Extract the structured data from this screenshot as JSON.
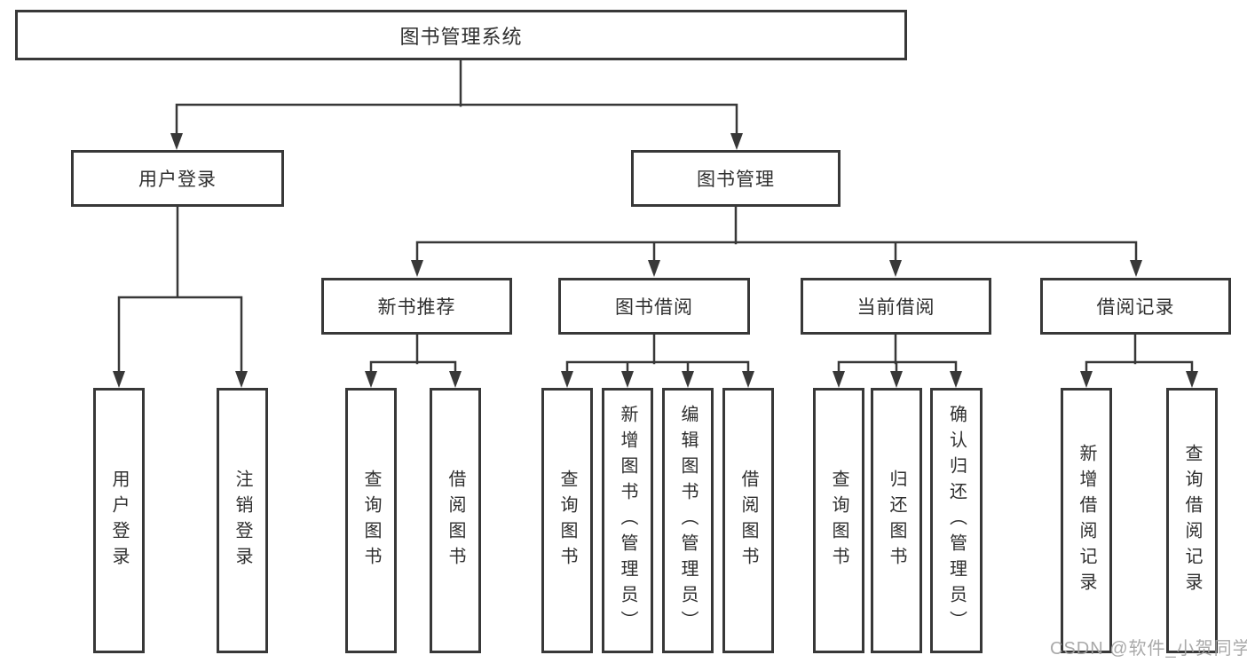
{
  "watermark": "CSDN @软件_小贺同学",
  "colors": {
    "line": "#383838",
    "text": "#2f2f2f",
    "watermark": "#a2a2a2",
    "background": "#ffffff"
  },
  "tree": {
    "label": "图书管理系统",
    "children": [
      {
        "label": "用户登录",
        "children": [
          {
            "label": "用户登录"
          },
          {
            "label": "注销登录"
          }
        ]
      },
      {
        "label": "图书管理",
        "children": [
          {
            "label": "新书推荐",
            "children": [
              {
                "label": "查询图书"
              },
              {
                "label": "借阅图书"
              }
            ]
          },
          {
            "label": "图书借阅",
            "children": [
              {
                "label": "查询图书"
              },
              {
                "label": "新增图书（管理员）"
              },
              {
                "label": "编辑图书（管理员）"
              },
              {
                "label": "借阅图书"
              }
            ]
          },
          {
            "label": "当前借阅",
            "children": [
              {
                "label": "查询图书"
              },
              {
                "label": "归还图书"
              },
              {
                "label": "确认归还（管理员）"
              }
            ]
          },
          {
            "label": "借阅记录",
            "children": [
              {
                "label": "新增借阅记录"
              },
              {
                "label": "查询借阅记录"
              }
            ]
          }
        ]
      }
    ]
  }
}
